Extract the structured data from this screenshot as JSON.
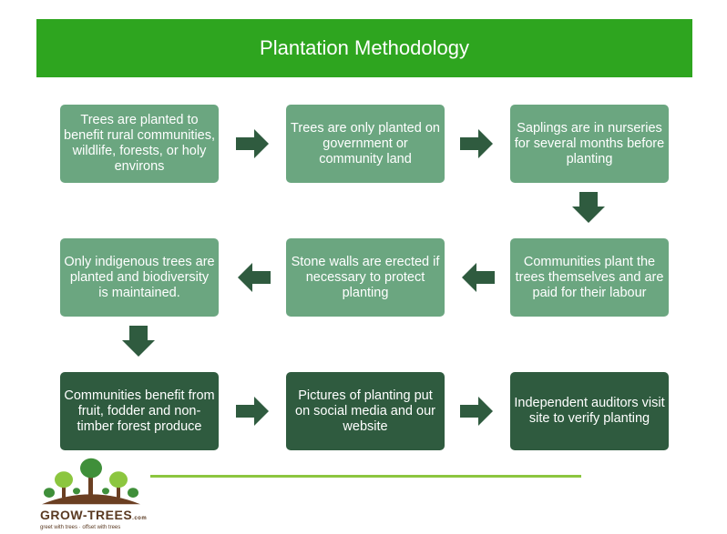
{
  "title": "Plantation Methodology",
  "steps": [
    "Trees are planted to benefit rural communities, wildlife, forests, or holy environs",
    "Trees are only planted on government or community land",
    "Saplings are in nurseries for several months before planting",
    "Communities plant the trees themselves and are paid for their labour",
    "Stone walls are erected if necessary to protect planting",
    "Only indigenous trees are planted and biodiversity is maintained.",
    "Communities benefit from fruit, fodder and non-timber forest produce",
    "Pictures of planting put on social media and  our website",
    "Independent auditors visit site to verify planting"
  ],
  "logo": {
    "name": "GROW-TREES",
    "suffix": ".com",
    "tagline": "greet with trees · offset with trees"
  },
  "colors": {
    "title_bar": "#2ea51f",
    "light_box": "#6ba680",
    "dark_box": "#2f5b3f",
    "arrow": "#2f5b3f",
    "rule": "#8cc63f"
  }
}
